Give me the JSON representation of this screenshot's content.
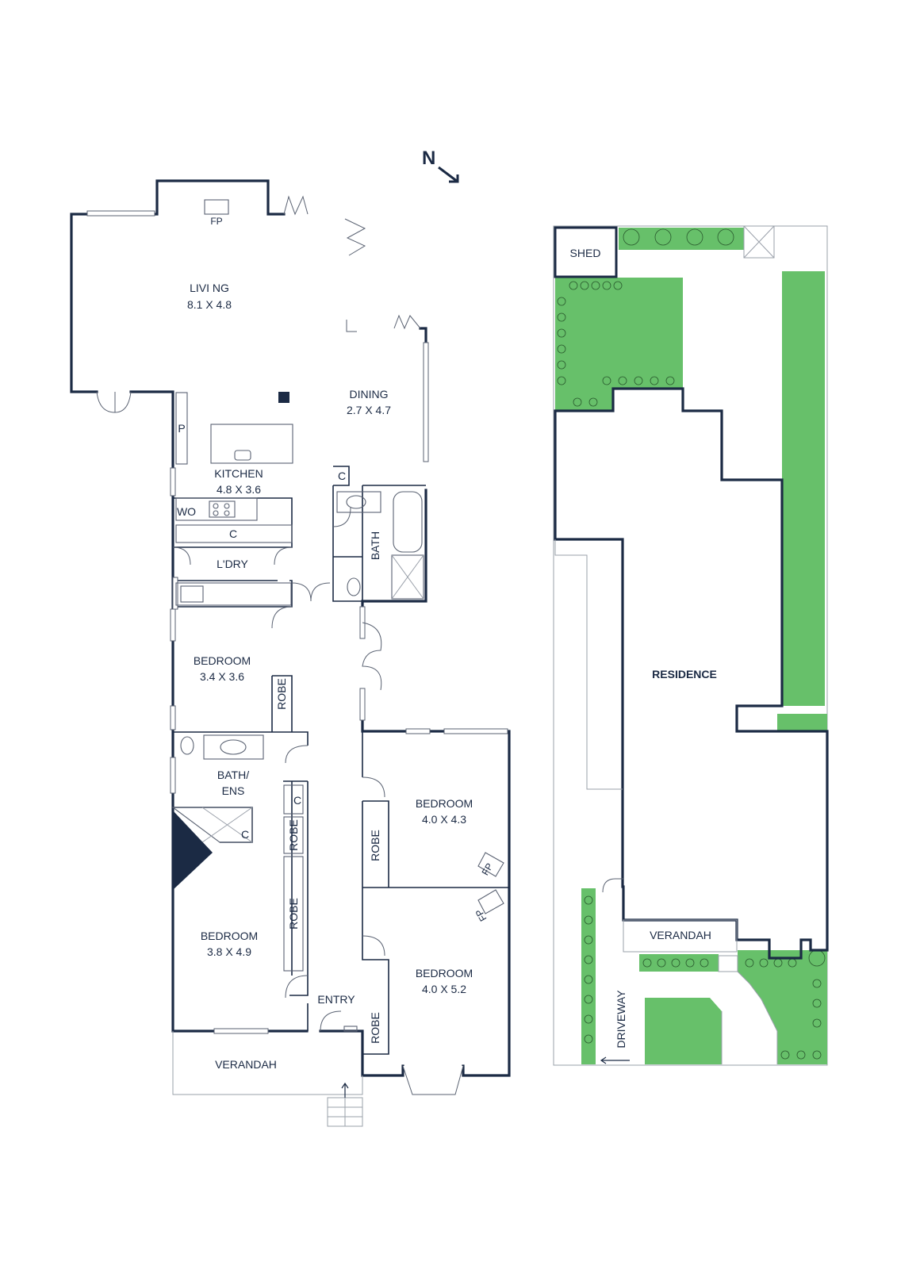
{
  "compass": {
    "label": "N"
  },
  "floor_plan": {
    "living": {
      "name": "LIVI NG",
      "dims": "8.1 X 4.8"
    },
    "fireplace_top": "FP",
    "dining": {
      "name": "DINING",
      "dims": "2.7 X 4.7"
    },
    "pantry": "P",
    "kitchen": {
      "name": "KITCHEN",
      "dims": "4.8 X 3.6"
    },
    "wall_oven": "WO",
    "kitchen_cupboard": "C",
    "bath_cupboard": "C",
    "laundry": "L'DRY",
    "bath": "BATH",
    "bedroom_1": {
      "name": "BEDROOM",
      "dims": "3.4 X 3.6"
    },
    "robe_1": "ROBE",
    "bath_ens": {
      "line1": "BATH/",
      "line2": "ENS"
    },
    "ens_cupboard_1": "C",
    "ens_cupboard_2": "C",
    "robe_2a": "ROBE",
    "robe_2b": "ROBE",
    "bedroom_2": {
      "name": "BEDROOM",
      "dims": "3.8 X 4.9"
    },
    "bedroom_3": {
      "name": "BEDROOM",
      "dims": "4.0 X 4.3"
    },
    "robe_3": "ROBE",
    "fp_3": "FP",
    "fp_4": "FP",
    "bedroom_4": {
      "name": "BEDROOM",
      "dims": "4.0 X 5.2"
    },
    "robe_4": "ROBE",
    "entry": "ENTRY",
    "verandah": "VERANDAH"
  },
  "site_plan": {
    "shed": "SHED",
    "residence": "RESIDENCE",
    "verandah": "VERANDAH",
    "driveway": "DRIVEWAY"
  },
  "colors": {
    "wall": "#1b2a44",
    "lawn": "#67c06a",
    "fixture": "#5a6272"
  }
}
